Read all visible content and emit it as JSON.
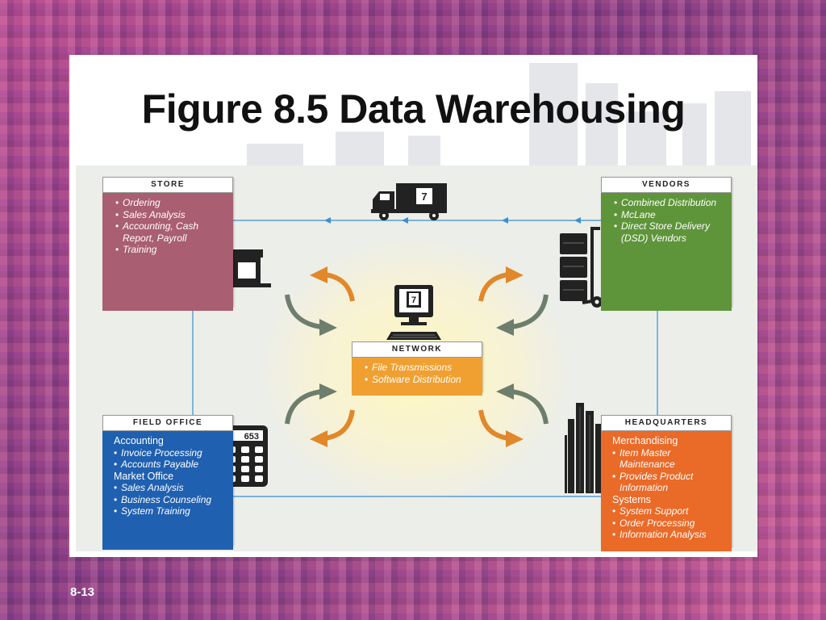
{
  "slide": {
    "title": "Figure 8.5 Data Warehousing",
    "page_number": "8-13"
  },
  "store": {
    "header": "STORE",
    "items": [
      "Ordering",
      "Sales Analysis",
      "Accounting, Cash Report, Payroll",
      "Training"
    ]
  },
  "vendors": {
    "header": "VENDORS",
    "items": [
      "Combined Distribution",
      "McLane",
      "Direct Store Delivery (DSD) Vendors"
    ]
  },
  "network": {
    "header": "NETWORK",
    "items": [
      "File Transmissions",
      "Software Distribution"
    ]
  },
  "field_office": {
    "header": "FIELD OFFICE",
    "section1": "Accounting",
    "section1_items": [
      "Invoice Processing",
      "Accounts Payable"
    ],
    "section2": "Market Office",
    "section2_items": [
      "Sales Analysis",
      "Business Counseling",
      "System Training"
    ]
  },
  "headquarters": {
    "header": "HEADQUARTERS",
    "section1": "Merchandising",
    "section1_items": [
      "Item Master Maintenance",
      "Provides Product Information"
    ],
    "section2": "Systems",
    "section2_items": [
      "System Support",
      "Order Processing",
      "Information Analysis"
    ]
  },
  "calculator": {
    "display": "653"
  },
  "icons": [
    "truck-icon",
    "store-icon",
    "computer-icon",
    "boxes-handtruck-icon",
    "calculator-icon",
    "skyscraper-icon"
  ],
  "colors": {
    "store": "#a95e72",
    "vendors": "#5f953a",
    "field_office": "#2060b0",
    "headquarters": "#ea6a28",
    "network": "#f0a030",
    "arrow_orange": "#e0882a",
    "arrow_gray": "#6e7e6c",
    "connector_blue": "#3a8fd0"
  }
}
